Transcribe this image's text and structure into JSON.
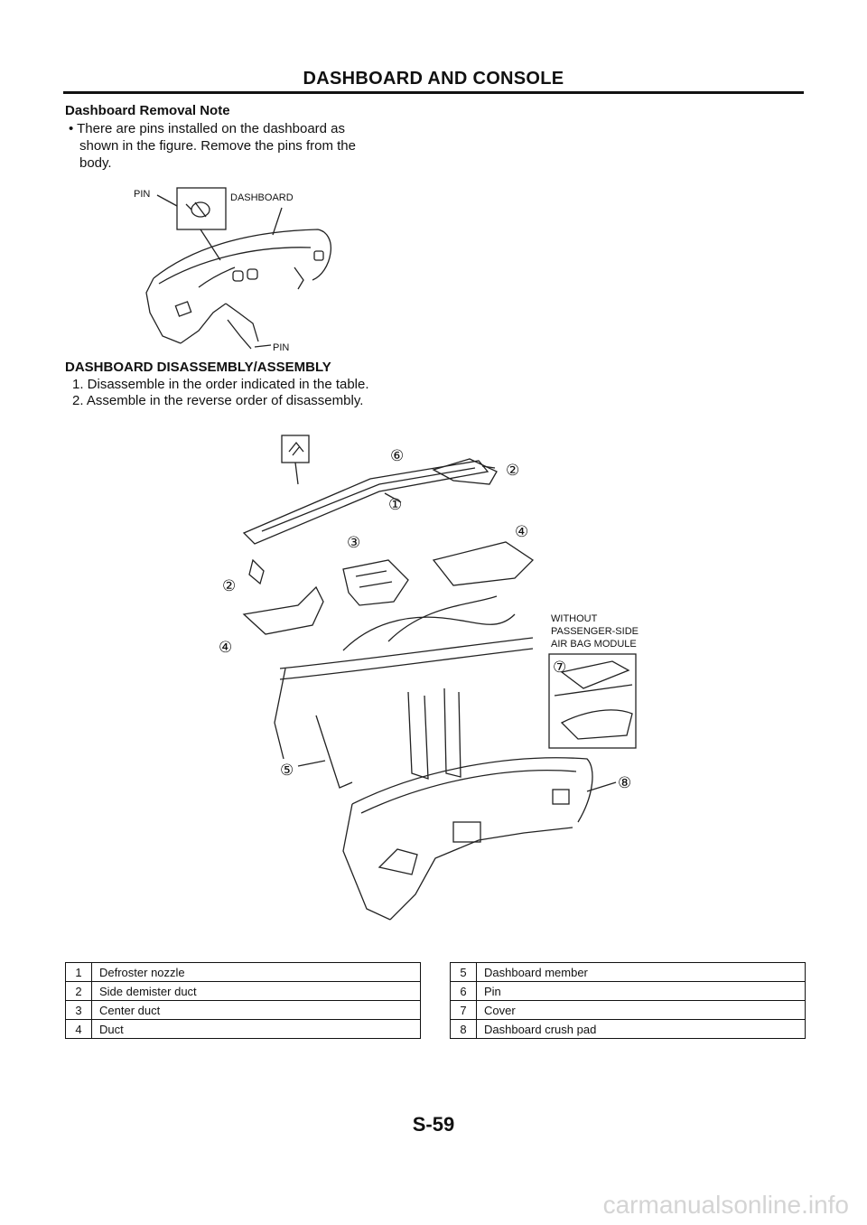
{
  "page": {
    "title": "DASHBOARD AND CONSOLE",
    "number": "S-59",
    "watermark": "carmanualsonline.info"
  },
  "removal_note": {
    "heading": "Dashboard Removal Note",
    "bullet": "• There are pins installed on the dashboard as",
    "line2": "shown in the figure. Remove the pins from the",
    "line3": "body."
  },
  "figure1": {
    "label_pin_top": "PIN",
    "label_dashboard": "DASHBOARD",
    "label_pin_bottom": "PIN"
  },
  "disassembly": {
    "heading": "DASHBOARD DISASSEMBLY/ASSEMBLY",
    "step1": "1. Disassemble in the order indicated in the table.",
    "step2": "2. Assemble in the reverse order of disassembly."
  },
  "figure2": {
    "callouts": [
      "①",
      "②",
      "③",
      "④",
      "⑤",
      "⑥",
      "⑦",
      "⑧"
    ],
    "inset_line1": "WITHOUT",
    "inset_line2": "PASSENGER-SIDE",
    "inset_line3": "AIR BAG MODULE"
  },
  "parts_left": [
    {
      "num": "1",
      "name": "Defroster nozzle"
    },
    {
      "num": "2",
      "name": "Side demister duct"
    },
    {
      "num": "3",
      "name": "Center duct"
    },
    {
      "num": "4",
      "name": "Duct"
    }
  ],
  "parts_right": [
    {
      "num": "5",
      "name": "Dashboard member"
    },
    {
      "num": "6",
      "name": "Pin"
    },
    {
      "num": "7",
      "name": "Cover"
    },
    {
      "num": "8",
      "name": "Dashboard crush pad"
    }
  ]
}
